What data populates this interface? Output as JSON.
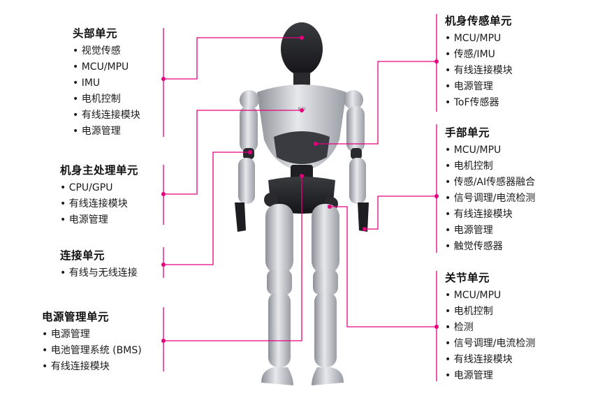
{
  "colors": {
    "accent": "#e6007e",
    "text": "#1a1a1a"
  },
  "blocks": {
    "head": {
      "title": "头部单元",
      "items": [
        "视觉传感",
        "MCU/MPU",
        "IMU",
        "电机控制",
        "有线连接模块",
        "电源管理"
      ]
    },
    "main_processor": {
      "title": "机身主处理单元",
      "items": [
        "CPU/GPU",
        "有线连接模块",
        "电源管理"
      ]
    },
    "connectivity": {
      "title": "连接单元",
      "items": [
        "有线与无线连接"
      ]
    },
    "power": {
      "title": "电源管理单元",
      "items": [
        "电源管理",
        "电池管理系统 (BMS)",
        "有线连接模块"
      ]
    },
    "body_sensing": {
      "title": "机身传感单元",
      "items": [
        "MCU/MPU",
        "传感/IMU",
        "有线连接模块",
        "电源管理",
        "ToF传感器"
      ]
    },
    "hand": {
      "title": "手部单元",
      "items": [
        "MCU/MPU",
        "电机控制",
        "传感/AI传感器融合",
        "信号调理/电流检测",
        "有线连接模块",
        "电源管理",
        "触觉传感器"
      ]
    },
    "joint": {
      "title": "关节单元",
      "items": [
        "MCU/MPU",
        "电机控制",
        "检测",
        "信号调理/电流检测",
        "有线连接模块",
        "电源管理"
      ]
    }
  },
  "robot": {
    "chest_logo": "KAI"
  }
}
